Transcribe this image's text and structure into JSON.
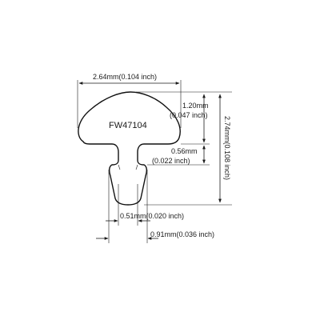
{
  "part": {
    "code": "FW47104"
  },
  "dimensions": {
    "crown_width": "2.64mm(0.104 inch)",
    "crown_height_mm": "1.20mm",
    "crown_height_in": "(0.047 inch)",
    "neck_gap_mm": "0.56mm",
    "neck_gap_in": "(0.022 inch)",
    "total_height": "2.74mm(0.108 inch)",
    "tang_width": "0.51mm(0.020 inch)",
    "barb_width": "0.91mm(0.036 inch)"
  },
  "colors": {
    "line": "#1a1a1a",
    "background": "#ffffff"
  }
}
